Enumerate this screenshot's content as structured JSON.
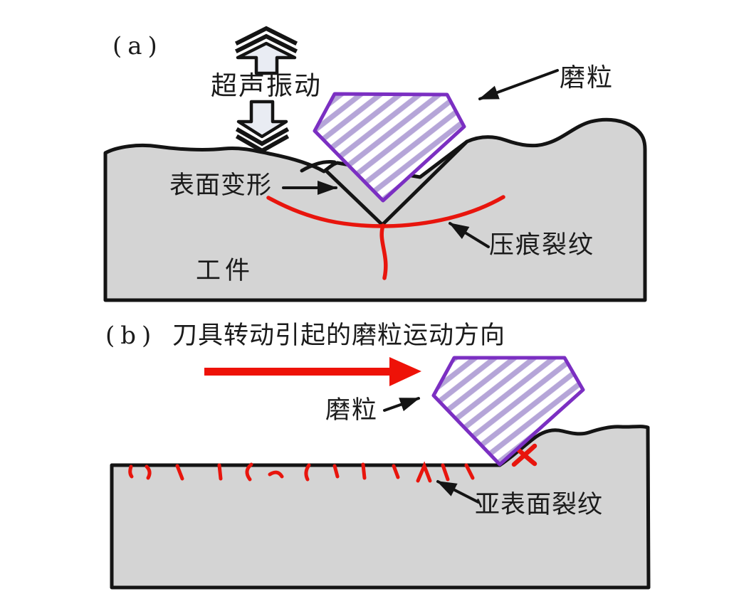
{
  "figure": {
    "panel_a": {
      "label": "(a)",
      "ultrasonic_vibration": "超声振动",
      "abrasive": "磨粒",
      "surface_deformation": "表面变形",
      "indentation_crack": "压痕裂纹",
      "workpiece": "工件"
    },
    "panel_b": {
      "label": "(b)",
      "title": "刀具转动引起的磨粒运动方向",
      "abrasive": "磨粒",
      "subsurface_crack": "亚表面裂纹"
    }
  },
  "colors": {
    "workpiece_fill": "#d4d4d4",
    "outline": "#141414",
    "crack_red": "#e8150d",
    "particle_outline": "#7b2fc2",
    "particle_hatch": "#b5a5d8",
    "vibration_fill": "#e9ecf3",
    "motion_red": "#ee1208",
    "text_color": "#1b1b1b"
  }
}
